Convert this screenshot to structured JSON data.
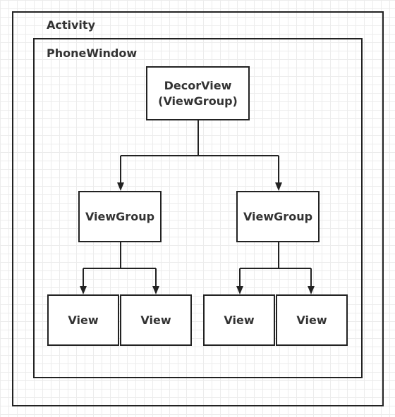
{
  "frames": {
    "activity": "Activity",
    "phone_window": "PhoneWindow"
  },
  "nodes": {
    "decor": {
      "line1": "DecorView",
      "line2": "(ViewGroup)"
    },
    "vg_left": "ViewGroup",
    "vg_right": "ViewGroup",
    "view_1": "View",
    "view_2": "View",
    "view_3": "View",
    "view_4": "View"
  }
}
